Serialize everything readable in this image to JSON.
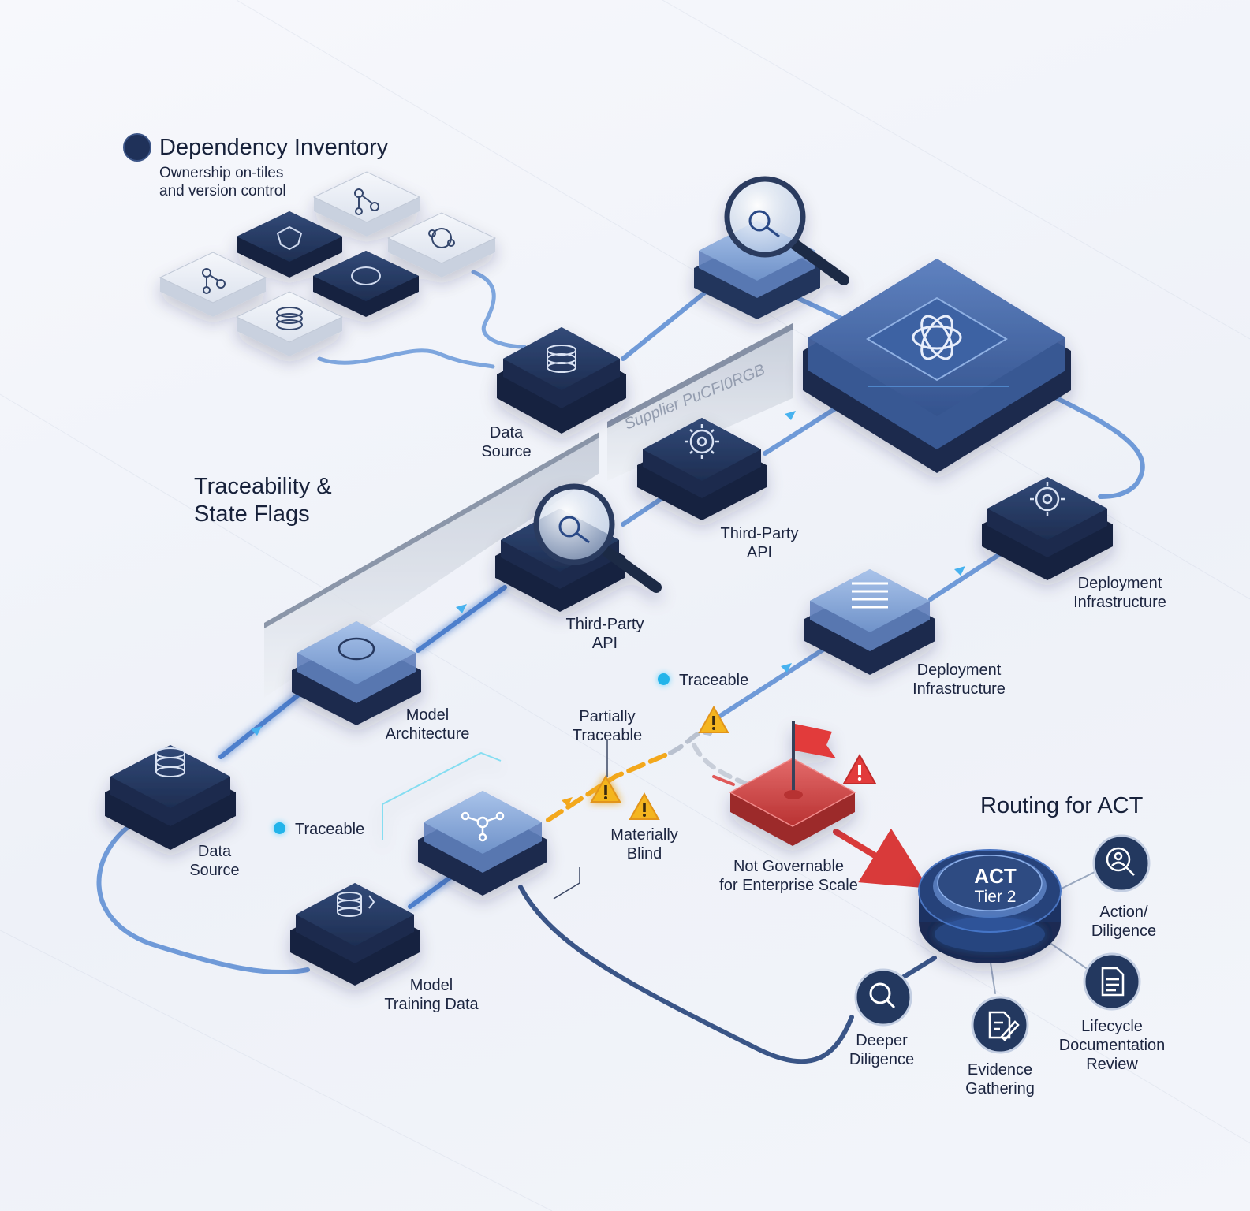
{
  "inventory": {
    "title": "Dependency Inventory",
    "subtitle_lines": [
      "Ownership on-tiles",
      "and version control"
    ]
  },
  "traceability": {
    "title_lines": [
      "Traceability &",
      "State Flags"
    ]
  },
  "routing": {
    "title": "Routing for ACT"
  },
  "banner": {
    "text": "Supplier PиCFI0RGB"
  },
  "nodes": {
    "data_source_top": [
      "Data",
      "Source"
    ],
    "third_party_api_upper": [
      "Third-Party",
      "API"
    ],
    "third_party_api_lower": [
      "Third-Party",
      "API"
    ],
    "deployment_infra_right": [
      "Deployment",
      "Infrastructure"
    ],
    "deployment_infra_mid": [
      "Deployment",
      "Infrastructure"
    ],
    "model_architecture": [
      "Model",
      "Architecture"
    ],
    "data_source_bottom": [
      "Data",
      "Source"
    ],
    "model_training_data": [
      "Model",
      "Training Data"
    ]
  },
  "flags": {
    "traceable_right": "Traceable",
    "traceable_left": "Traceable",
    "partially_traceable": [
      "Partially",
      "Traceable"
    ],
    "materially_blind": [
      "Materially",
      "Blind"
    ],
    "not_governable": [
      "Not Governable",
      "for Enterprise Scale"
    ]
  },
  "act": {
    "title": "ACT",
    "tier": "Tier 2",
    "action_diligence": [
      "Action/",
      "Diligence"
    ],
    "lifecycle_review": [
      "Lifecycle",
      "Documentation",
      "Review"
    ],
    "evidence_gathering": [
      "Evidence",
      "Gathering"
    ],
    "deeper_diligence": [
      "Deeper",
      "Diligence"
    ]
  },
  "colors": {
    "dark_tile": "#26385e",
    "light_tile": "#e3e8f2",
    "glass_tile": "#7fa0d2",
    "flow_line": "#6f9ad8",
    "warning": "#f3a81c",
    "danger": "#d93a3a",
    "traceable_dot": "#22b4ea",
    "act_disk": "#243a66"
  },
  "icons": [
    "database-icon",
    "brain-icon",
    "gear-icon",
    "hierarchy-icon",
    "document-icon",
    "magnifier-icon",
    "shield-icon",
    "flag-icon",
    "warning-icon",
    "openai-knot-icon",
    "evidence-icon",
    "person-search-icon"
  ]
}
